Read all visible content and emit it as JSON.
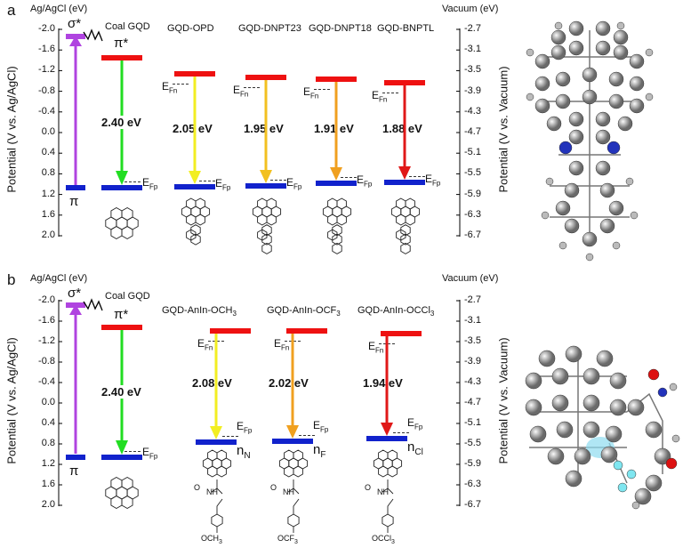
{
  "colors": {
    "lumo": "#ee1111",
    "homo": "#1122cc",
    "coal_gap": "#b044e0",
    "arrow_green": "#22dd22",
    "arrow_yellow": "#f2ee22",
    "arrow_gold": "#f2c020",
    "arrow_orange": "#f0a020",
    "arrow_red": "#e01818"
  },
  "panel_a": {
    "label": "a",
    "left_axis_title": "Ag/AgCl (eV)",
    "right_axis_title": "Vacuum (eV)",
    "left_ylabel": "Potential (V vs. Ag/AgCl)",
    "right_ylabel": "Potential (V vs. Vacuum)",
    "left_ticks": [
      "-2.0",
      "-1.6",
      "-1.2",
      "-0.8",
      "-0.4",
      "0.0",
      "0.4",
      "0.8",
      "1.2",
      "1.6",
      "2.0"
    ],
    "right_ticks": [
      "-2.7",
      "-3.1",
      "-3.5",
      "-3.9",
      "-4.3",
      "-4.7",
      "-5.1",
      "-5.5",
      "-5.9",
      "-6.3",
      "-6.7"
    ],
    "sigma": "σ*",
    "pi": "π",
    "coal": {
      "name": "Coal GQD",
      "pi_star": "π*",
      "gap": "2.40 eV",
      "efp": "E",
      "efp_sub": "Fp"
    },
    "items": [
      {
        "name": "GQD-OPD",
        "gap": "2.05 eV",
        "efn": "E",
        "efn_sub": "Fn",
        "efp": "E",
        "efp_sub": "Fp"
      },
      {
        "name": "GQD-DNPT23",
        "gap": "1.95 eV",
        "efn": "E",
        "efn_sub": "Fn",
        "efp": "E",
        "efp_sub": "Fp"
      },
      {
        "name": "GQD-DNPT18",
        "gap": "1.91 eV",
        "efn": "E",
        "efn_sub": "Fn",
        "efp": "E",
        "efp_sub": "Fp"
      },
      {
        "name": "GQD-BNPTL",
        "gap": "1.88 eV",
        "efn": "E",
        "efn_sub": "Fn",
        "efp": "E",
        "efp_sub": "Fp"
      }
    ]
  },
  "panel_b": {
    "label": "b",
    "left_axis_title": "Ag/AgCl (eV)",
    "right_axis_title": "Vacuum (eV)",
    "left_ylabel": "Potential (V vs. Ag/AgCl)",
    "right_ylabel": "Potential (V vs. Vacuum)",
    "left_ticks": [
      "-2.0",
      "-1.6",
      "-1.2",
      "-0.8",
      "-0.4",
      "0.0",
      "0.4",
      "0.8",
      "1.2",
      "1.6",
      "2.0"
    ],
    "right_ticks": [
      "-2.7",
      "-3.1",
      "-3.5",
      "-3.9",
      "-4.3",
      "-4.7",
      "-5.1",
      "-5.5",
      "-5.9",
      "-6.3",
      "-6.7"
    ],
    "sigma": "σ*",
    "pi": "π",
    "coal": {
      "name": "Coal GQD",
      "pi_star": "π*",
      "gap": "2.40 eV",
      "efp": "E",
      "efp_sub": "Fp"
    },
    "items": [
      {
        "name": "GQD-AnIn-OCH",
        "name_sub": "3",
        "gap": "2.08 eV",
        "efn": "E",
        "efn_sub": "Fn",
        "efp": "E",
        "efp_sub": "Fp",
        "n": "n",
        "n_sub": "N",
        "substituent": "OCH",
        "substituent_sub": "3",
        "nh": "NH",
        "o": "O"
      },
      {
        "name": "GQD-AnIn-OCF",
        "name_sub": "3",
        "gap": "2.02 eV",
        "efn": "E",
        "efn_sub": "Fn",
        "efp": "E",
        "efp_sub": "Fp",
        "n": "n",
        "n_sub": "F",
        "substituent": "OCF",
        "substituent_sub": "3",
        "nh": "NH",
        "o": "O"
      },
      {
        "name": "GQD-AnIn-OCCl",
        "name_sub": "3",
        "gap": "1.94 eV",
        "efn": "E",
        "efn_sub": "Fn",
        "efp": "E",
        "efp_sub": "Fp",
        "n": "n",
        "n_sub": "Cl",
        "substituent": "OCCl",
        "substituent_sub": "3",
        "nh": "NH",
        "o": "O"
      }
    ]
  }
}
